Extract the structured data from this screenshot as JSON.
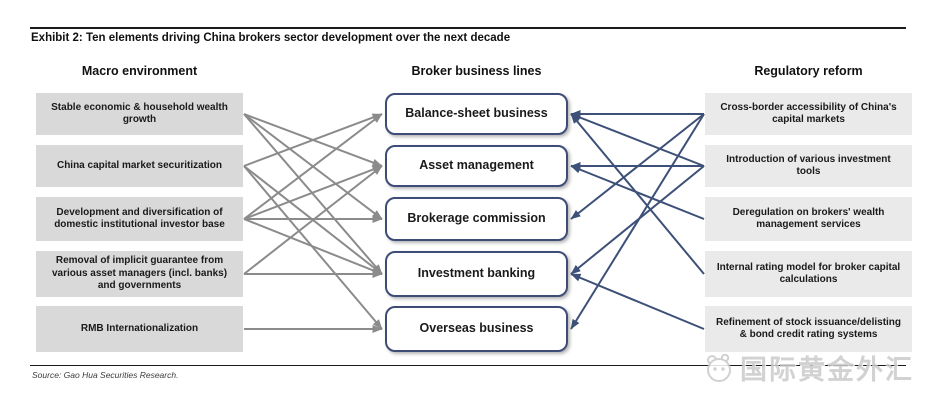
{
  "title": "Exhibit 2: Ten elements driving China brokers sector development over the next decade",
  "source": "Source: Gao Hua Securities Research.",
  "watermark": {
    "text": "国际黄金外汇",
    "logo": "panda-face-icon"
  },
  "columns": {
    "macro": {
      "header": "Macro environment",
      "items": [
        "Stable economic & household wealth growth",
        "China capital market securitization",
        "Development and diversification of domestic institutional investor base",
        "Removal of implicit guarantee from various asset managers (incl. banks) and governments",
        "RMB Internationalization"
      ]
    },
    "business": {
      "header": "Broker business lines",
      "items": [
        "Balance-sheet business",
        "Asset management",
        "Brokerage commission",
        "Investment banking",
        "Overseas business"
      ]
    },
    "regulatory": {
      "header": "Regulatory reform",
      "items": [
        "Cross-border accessibility of China's capital markets",
        "Introduction of various investment tools",
        "Deregulation on brokers' wealth management services",
        "Internal rating model for broker capital calculations",
        "Refinement of stock issuance/delisting & bond credit rating systems"
      ]
    }
  },
  "connections": {
    "macro_to_business": [
      [
        0,
        1
      ],
      [
        0,
        2
      ],
      [
        0,
        3
      ],
      [
        1,
        0
      ],
      [
        1,
        3
      ],
      [
        1,
        4
      ],
      [
        2,
        0
      ],
      [
        2,
        1
      ],
      [
        2,
        2
      ],
      [
        2,
        3
      ],
      [
        3,
        1
      ],
      [
        3,
        3
      ],
      [
        4,
        4
      ]
    ],
    "regulatory_to_business": [
      [
        0,
        0
      ],
      [
        0,
        2
      ],
      [
        0,
        4
      ],
      [
        1,
        0
      ],
      [
        1,
        1
      ],
      [
        1,
        3
      ],
      [
        2,
        1
      ],
      [
        3,
        0
      ],
      [
        4,
        3
      ]
    ]
  },
  "colors": {
    "macro_arrow": "#8b8b8b",
    "regulatory_arrow": "#3d5078",
    "business_box_border": "#3e4d78",
    "macro_box_bg": "#d9d9d9",
    "regulatory_box_bg": "#eaeaea"
  }
}
